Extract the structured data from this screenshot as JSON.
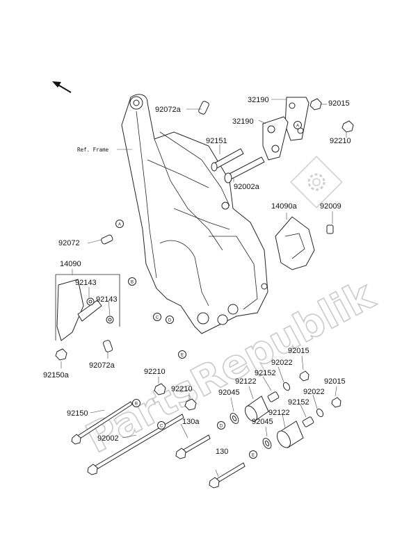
{
  "diagram": {
    "watermark": "PartsRepublik",
    "ref_frame": "Ref. Frame",
    "parts": {
      "p92072a_top": "92072a",
      "p32190_a": "32190",
      "p92015_a": "92015",
      "p32190_b": "32190",
      "p92151": "92151",
      "p92210_a": "92210",
      "p92002a": "92002a",
      "p14090a": "14090a",
      "p92009": "92009",
      "p92072": "92072",
      "p14090": "14090",
      "p92143_a": "92143",
      "p92143_b": "92143",
      "p92150a": "92150a",
      "p92072a_bot": "92072a",
      "p92210_b": "92210",
      "p92210_c": "92210",
      "p92150": "92150",
      "p92002": "92002",
      "p130a": "130a",
      "p130": "130",
      "p92015_b": "92015",
      "p92022_a": "92022",
      "p92152_a": "92152",
      "p92122_a": "92122",
      "p92045_a": "92045",
      "p92015_c": "92015",
      "p92022_b": "92022",
      "p92152_b": "92152",
      "p92122_b": "92122",
      "p92045_b": "92045"
    },
    "circle_tags": [
      "A",
      "A",
      "B",
      "B",
      "C",
      "C",
      "D",
      "D",
      "E",
      "E"
    ]
  }
}
